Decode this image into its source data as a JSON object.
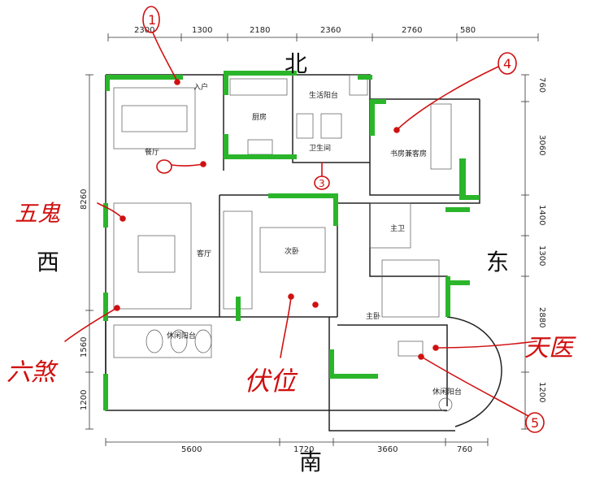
{
  "directions": {
    "north": "北",
    "south": "南",
    "west": "西",
    "east": "东"
  },
  "dimensions": {
    "top": [
      "2300",
      "1300",
      "2180",
      "2360",
      "2760",
      "580"
    ],
    "bottom": [
      "5600",
      "1720",
      "3660",
      "760"
    ],
    "left": [
      "8260",
      "1560",
      "1200"
    ],
    "right": [
      "760",
      "3060",
      "1400",
      "1300",
      "2880",
      "1200"
    ]
  },
  "rooms": {
    "entrance": "入户",
    "kitchen": "厨房",
    "service_balcony": "生活阳台",
    "dining": "餐厅",
    "bathroom": "卫生间",
    "study": "书房兼客房",
    "living": "客厅",
    "second_bedroom": "次卧",
    "master_bath": "主卫",
    "master_bedroom": "主卧",
    "leisure_balcony_left": "休闲阳台",
    "leisure_balcony_right": "休闲阳台"
  },
  "annotations": {
    "n1": "1",
    "n3": "3",
    "n4": "4",
    "n5": "5",
    "wugui": "五鬼",
    "liusha": "六煞",
    "fuwei": "伏位",
    "tianyi": "天医"
  },
  "colors": {
    "wall_accent": "#2bb52b",
    "annotation": "#d01010"
  }
}
